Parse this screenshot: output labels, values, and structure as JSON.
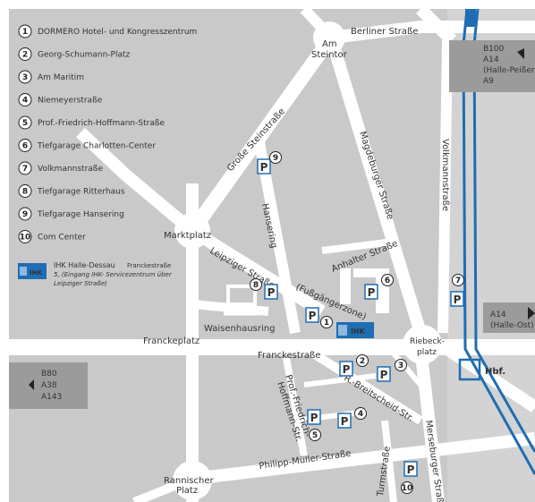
{
  "legend": {
    "items": [
      {
        "num": "1",
        "label": "DORMERO Hotel- und Kongresszentrum"
      },
      {
        "num": "2",
        "label": "Georg-Schumann-Platz"
      },
      {
        "num": "3",
        "label": "Am Maritim"
      },
      {
        "num": "4",
        "label": "Niemeyerstraße"
      },
      {
        "num": "5",
        "label": "Prof.-Friedrich-Hoffmann-Straße"
      },
      {
        "num": "6",
        "label": "Tiefgarage Charlotten-Center"
      },
      {
        "num": "7",
        "label": "Volkmannstraße"
      },
      {
        "num": "8",
        "label": "Tiefgarage Ritterhaus"
      },
      {
        "num": "9",
        "label": "Tiefgarage Hansering"
      },
      {
        "num": "10",
        "label": "Com Center"
      }
    ],
    "ihk": {
      "logo": "IHK",
      "line1": "IHK Halle-Dessau",
      "line1b": "Franckestraße",
      "line2": "5, (Eingang IHK- Servicezentrum über",
      "line3": "Leipziger Straße)"
    }
  },
  "places": {
    "am_steintor_1": "Am",
    "am_steintor_2": "Steintor",
    "marktplatz": "Marktplatz",
    "waisenhausring": "Waisenhausring",
    "franckeplatz": "Franckeplatz",
    "riebeckplatz_1": "Riebeck-",
    "riebeckplatz_2": "platz",
    "rannischer_1": "Rannischer",
    "rannischer_2": "Platz",
    "hbf": "Hbf.",
    "ihk_marker": "IHK"
  },
  "streets": {
    "berliner": "Berliner Straße",
    "grosse_stein": "Große Steinstraße",
    "magdeburger": "Magdeburger Straße",
    "volkmann": "Volkmannstraße",
    "hansering": "Hansering",
    "leipziger": "Leipziger Straße",
    "fussgaenger": "(Fußgängerzone)",
    "anhalter": "Anhalter Straße",
    "francke": "Franckestraße",
    "breitscheid": "R.-Breitscheid-Str.",
    "prof_1": "Prof.-Friedrich-",
    "prof_2": "Hoffmann-Str.",
    "philipp": "Philipp-Müller-Straße",
    "turm": "Turmstraße",
    "merseburger": "Merseburger Straße"
  },
  "direction_signs": {
    "top_right": [
      "B100",
      "A14",
      "(Halle-Peißen)",
      "A9"
    ],
    "right": [
      "A14",
      "(Halle-Ost)"
    ],
    "left": [
      "B80",
      "A38",
      "A143"
    ]
  },
  "parking": {
    "symbol": "P",
    "markers": [
      "9",
      "8",
      "1",
      "6",
      "7",
      "2",
      "3",
      "4",
      "5",
      "10"
    ]
  },
  "colors": {
    "map_bg": "#c9c9c9",
    "road": "#ffffff",
    "rail": "#1f6db3",
    "parking": "#1f6db3",
    "sign_bg": "#9b9b9b"
  }
}
